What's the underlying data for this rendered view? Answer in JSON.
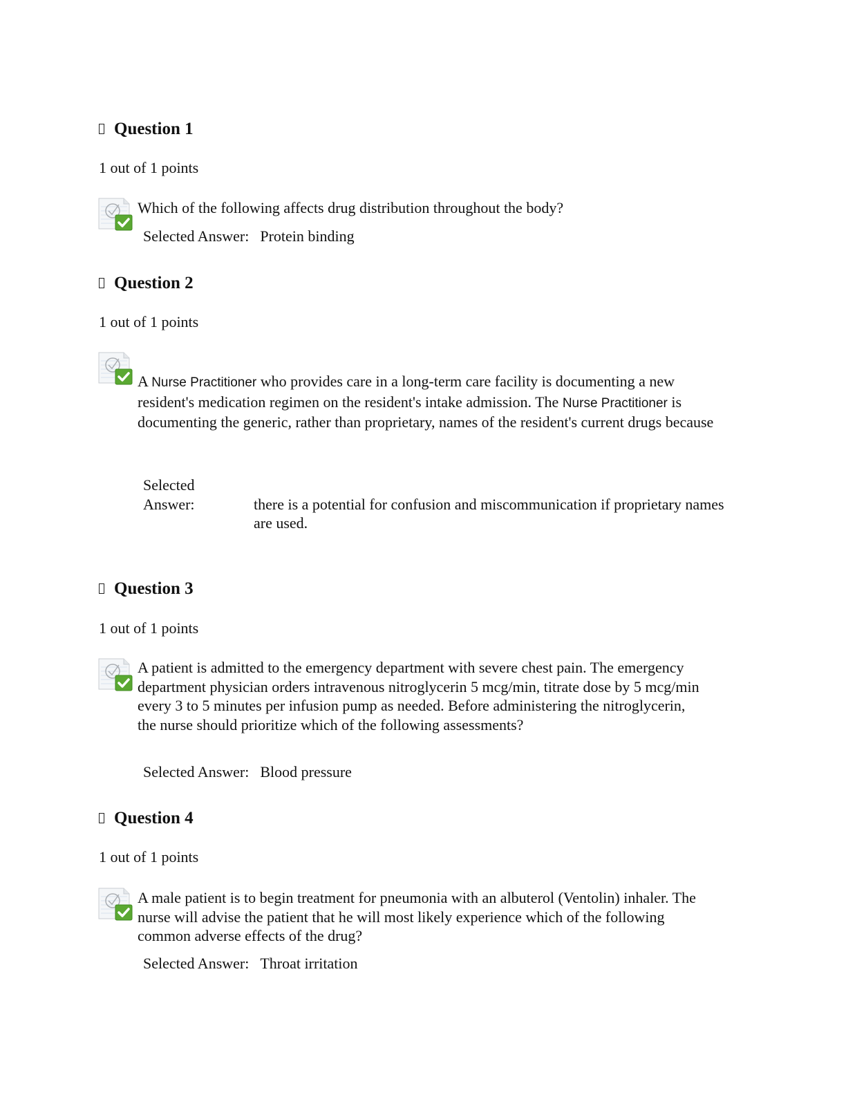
{
  "questions": [
    {
      "title": "Question 1",
      "points": "1 out of 1 points",
      "status": "correct",
      "text_parts": [
        "Which of the following affects drug distribution throughout the body?"
      ],
      "answer_label": "Selected Answer:",
      "answer": "Protein binding"
    },
    {
      "title": "Question 2",
      "points": "1 out of 1 points",
      "status": "correct",
      "text_parts": [
        "A ",
        "Nurse Practitioner",
        " who provides care in a long-term care facility is documenting a new resident's medication regimen on the resident's intake admission. The ",
        "Nurse Practitioner",
        " is documenting the generic, rather than proprietary, names of the resident's current drugs because"
      ],
      "answer_label_line1": "Selected",
      "answer_label_line2": "Answer:",
      "answer": "there is a potential for confusion and miscommunication if proprietary names are used."
    },
    {
      "title": "Question 3",
      "points": "1 out of 1 points",
      "status": "correct",
      "text_parts": [
        "A patient is admitted to the emergency department with severe chest pain. The emergency department physician orders intravenous nitroglycerin 5 mcg/min, titrate dose by 5 mcg/min every 3 to 5 minutes per infusion pump as needed. Before administering the nitroglycerin, the nurse should prioritize which of the following assessments?"
      ],
      "answer_label": "Selected Answer:",
      "answer": "Blood pressure"
    },
    {
      "title": "Question 4",
      "points": "1 out of 1 points",
      "status": "correct",
      "text_parts": [
        "A male patient is to begin treatment for pneumonia with an albuterol (Ventolin) inhaler. The nurse will advise the patient that he will most likely experience which of the following common adverse effects of the drug?"
      ],
      "answer_label": "Selected Answer:",
      "answer": "Throat irritation"
    }
  ],
  "icons": {
    "heading_marker": "missing-glyph-box",
    "status": "correct-answer-check-icon"
  },
  "colors": {
    "check_green": "#5aa832",
    "text": "#111111"
  }
}
